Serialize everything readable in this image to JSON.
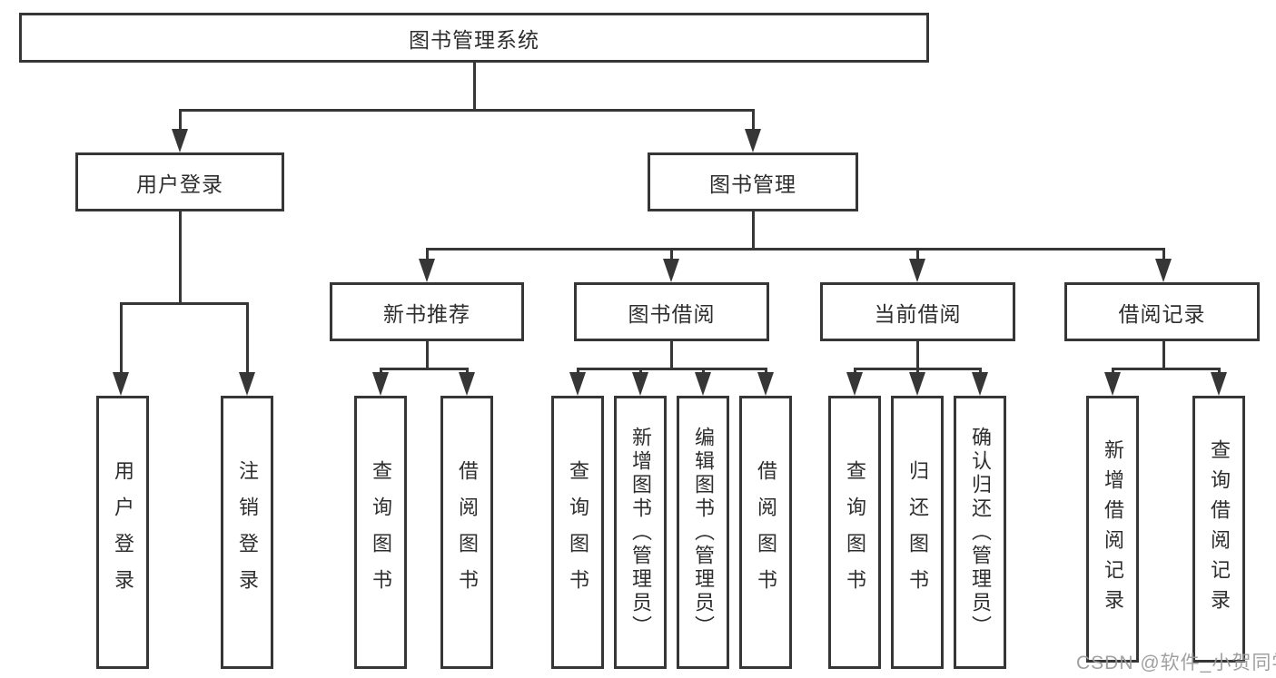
{
  "nodes": {
    "root": {
      "label": "图书管理系统"
    },
    "user_login": {
      "label": "用户登录"
    },
    "book_mgmt": {
      "label": "图书管理"
    },
    "new_book_rec": {
      "label": "新书推荐"
    },
    "book_borrow": {
      "label": "图书借阅"
    },
    "current_borrow": {
      "label": "当前借阅"
    },
    "borrow_record": {
      "label": "借阅记录"
    },
    "leaf_user_login": {
      "label": "用户登录"
    },
    "leaf_logout": {
      "label": "注销登录"
    },
    "leaf_query_book_a": {
      "label": "查询图书"
    },
    "leaf_borrow_book_a": {
      "label": "借阅图书"
    },
    "leaf_query_book_b": {
      "label": "查询图书"
    },
    "leaf_add_book": {
      "label": "新增图书（管理员）"
    },
    "leaf_edit_book": {
      "label": "编辑图书（管理员）"
    },
    "leaf_borrow_book_b": {
      "label": "借阅图书"
    },
    "leaf_query_book_c": {
      "label": "查询图书"
    },
    "leaf_return_book": {
      "label": "归还图书"
    },
    "leaf_confirm_return": {
      "label": "确认归还（管理员）"
    },
    "leaf_add_record": {
      "label": "新增借阅记录"
    },
    "leaf_query_record": {
      "label": "查询借阅记录"
    }
  },
  "watermark": {
    "text": "CSDN @软件_小贺同学"
  },
  "colors": {
    "line": "#363636",
    "box_border": "#363636",
    "text": "#2e2e2e",
    "background": "#ffffff",
    "watermark": "#989898"
  }
}
